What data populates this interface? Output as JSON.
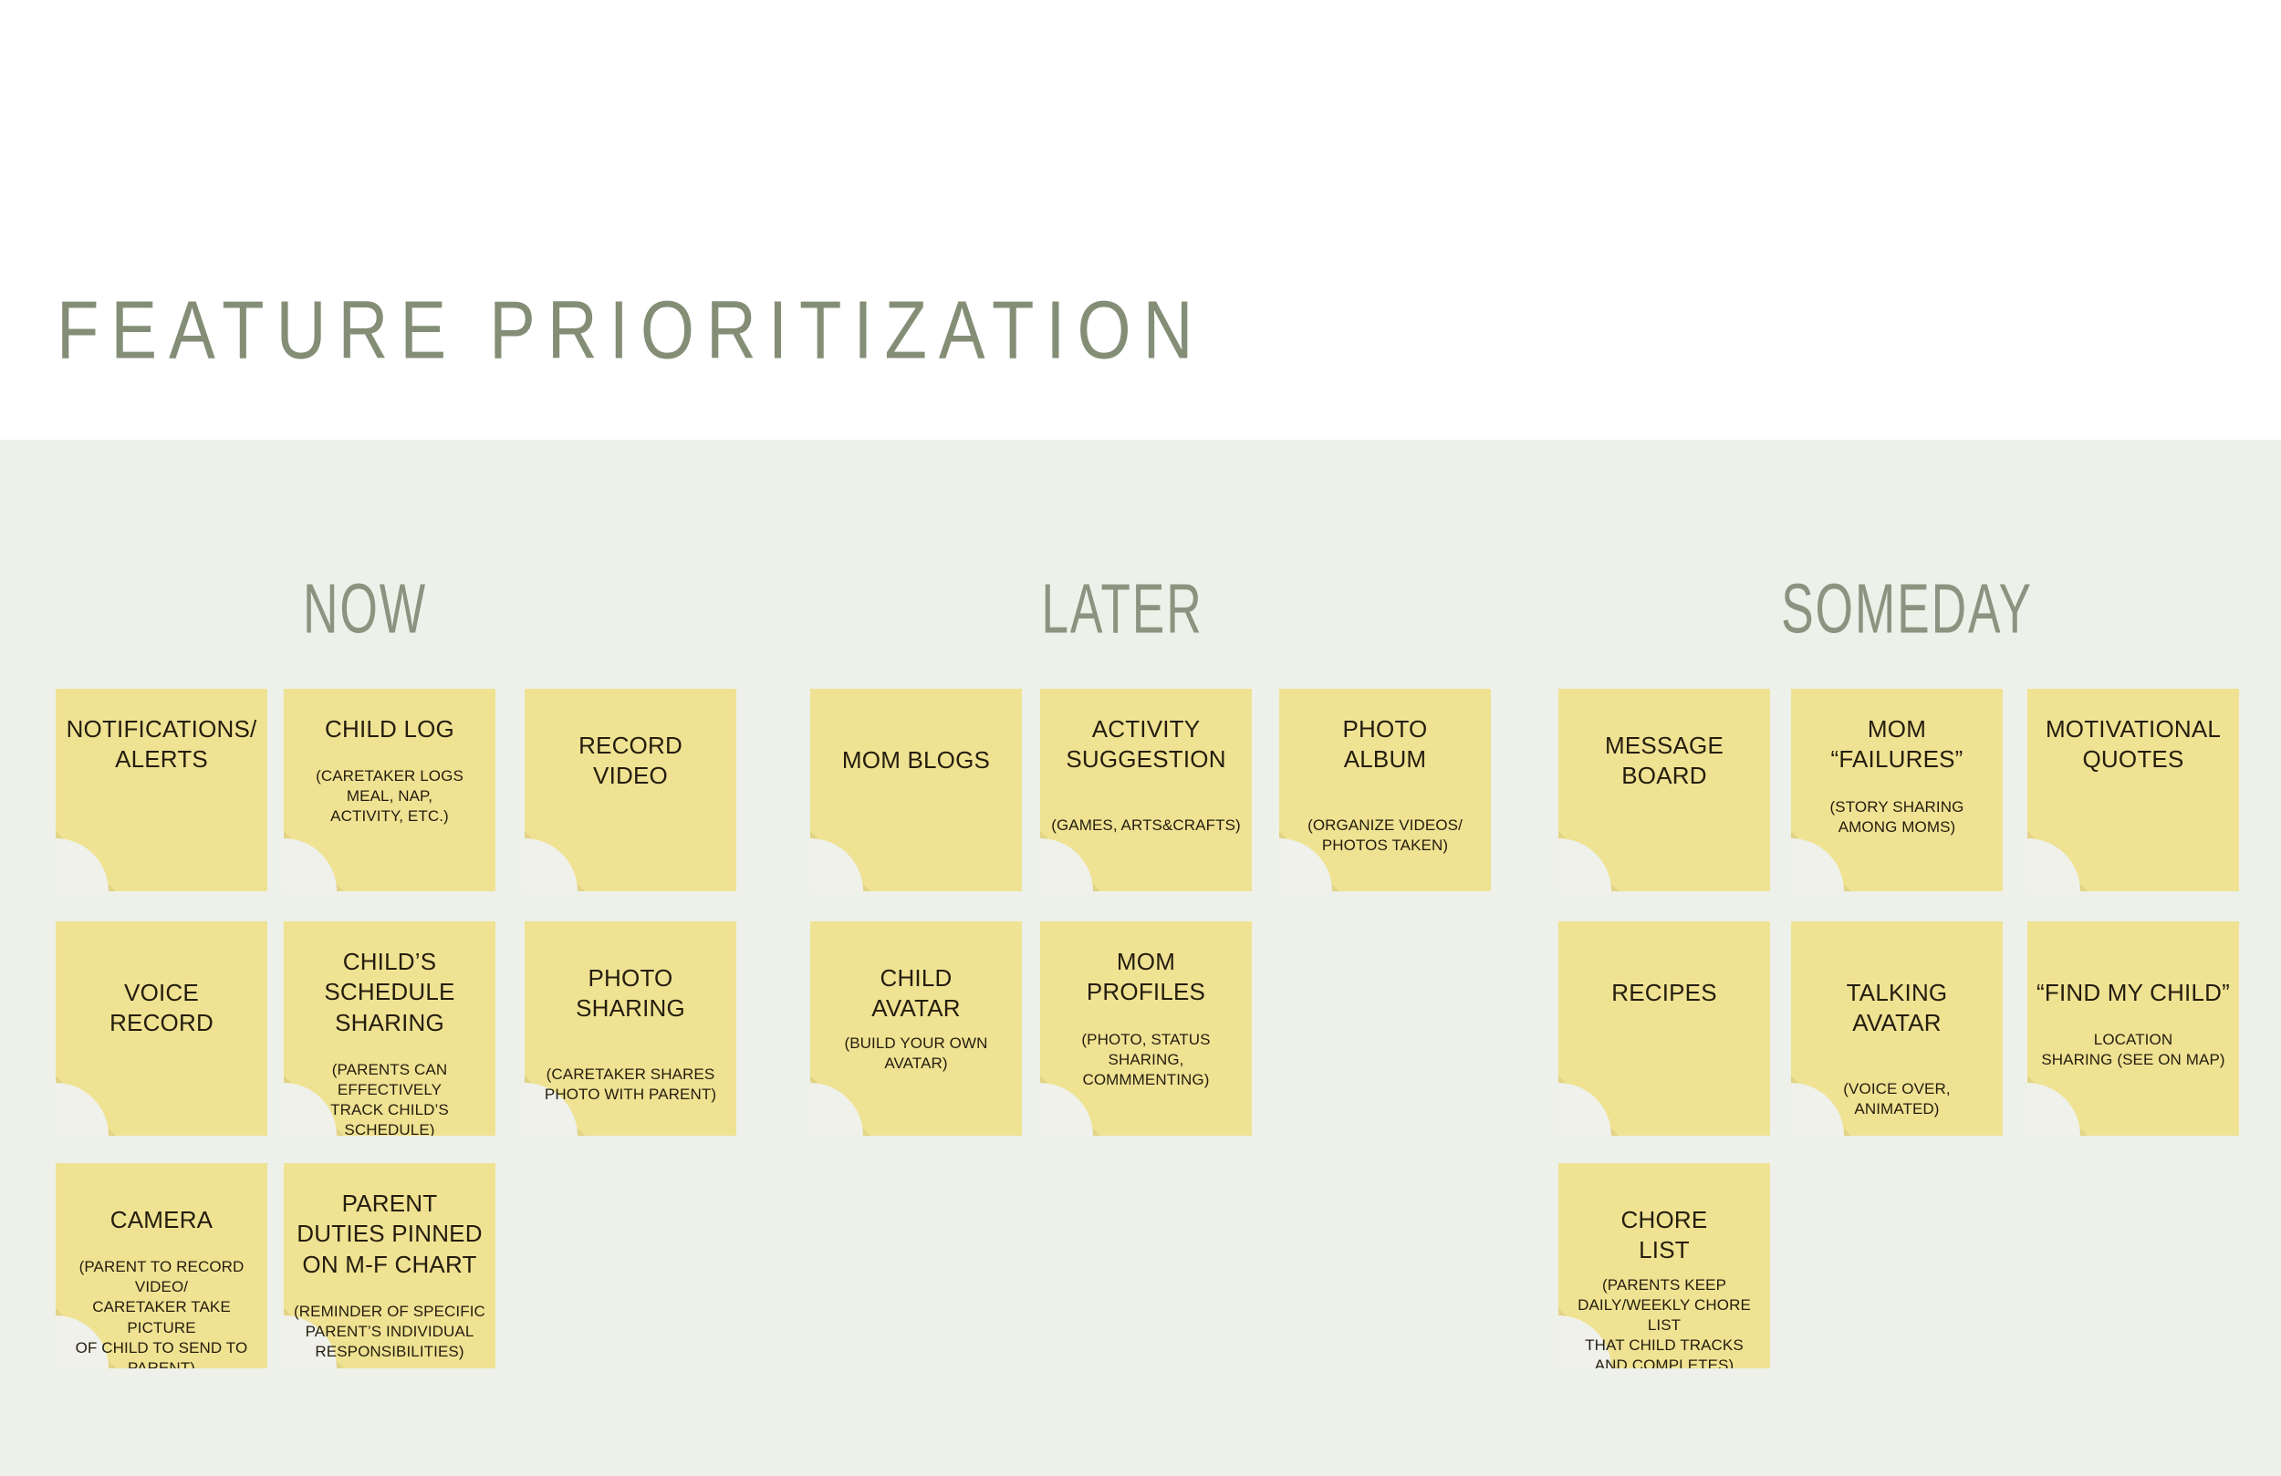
{
  "page": {
    "title": "FEATURE PRIORITIZATION",
    "background_color": "#eef1e9",
    "header_background_color": "#ffffff",
    "title_color": "#848e76",
    "note_color": "#efe293",
    "note_fold_color": "#e3d384",
    "note_text_color": "#241d0e"
  },
  "columns": [
    {
      "id": "now",
      "label": "NOW"
    },
    {
      "id": "later",
      "label": "LATER"
    },
    {
      "id": "someday",
      "label": "SOMEDAY"
    }
  ],
  "notes": {
    "now": [
      {
        "title": "NOTIFICATIONS/\nALERTS",
        "sub": ""
      },
      {
        "title": "CHILD LOG",
        "sub": "(CARETAKER LOGS\nMEAL, NAP,\nACTIVITY, ETC.)"
      },
      {
        "title": "RECORD\nVIDEO",
        "sub": ""
      },
      {
        "title": "VOICE\nRECORD",
        "sub": ""
      },
      {
        "title": "CHILD’S\nSCHEDULE\nSHARING",
        "sub": "(PARENTS CAN EFFECTIVELY\nTRACK CHILD’S\nSCHEDULE)"
      },
      {
        "title": "PHOTO\nSHARING",
        "sub": "(CARETAKER SHARES\nPHOTO WITH PARENT)"
      },
      {
        "title": "CAMERA",
        "sub": "(PARENT TO RECORD VIDEO/\nCARETAKER TAKE PICTURE\nOF CHILD TO SEND TO\nPARENT)"
      },
      {
        "title": "PARENT\nDUTIES PINNED\nON M-F CHART",
        "sub": "(REMINDER OF SPECIFIC\nPARENT’S INDIVIDUAL\nRESPONSIBILITIES)"
      }
    ],
    "later": [
      {
        "title": "MOM BLOGS",
        "sub": ""
      },
      {
        "title": "ACTIVITY\nSUGGESTION",
        "sub": "(GAMES, ARTS&CRAFTS)"
      },
      {
        "title": "PHOTO\nALBUM",
        "sub": "(ORGANIZE VIDEOS/\nPHOTOS TAKEN)"
      },
      {
        "title": "CHILD\nAVATAR",
        "sub": "(BUILD YOUR OWN\nAVATAR)"
      },
      {
        "title": "MOM\nPROFILES",
        "sub": "(PHOTO, STATUS SHARING,\nCOMMMENTING)"
      }
    ],
    "someday": [
      {
        "title": "MESSAGE\nBOARD",
        "sub": ""
      },
      {
        "title": "MOM “FAILURES”",
        "sub": "(STORY SHARING\nAMONG MOMS)"
      },
      {
        "title": "MOTIVATIONAL\nQUOTES",
        "sub": ""
      },
      {
        "title": "RECIPES",
        "sub": ""
      },
      {
        "title": "TALKING AVATAR",
        "sub": "(VOICE OVER, ANIMATED)"
      },
      {
        "title": "“FIND MY CHILD”",
        "sub": "LOCATION\nSHARING (SEE ON MAP)"
      },
      {
        "title": "CHORE\nLIST",
        "sub": "(PARENTS KEEP\nDAILY/WEEKLY CHORE LIST\nTHAT CHILD TRACKS\nAND COMPLETES)"
      }
    ]
  }
}
